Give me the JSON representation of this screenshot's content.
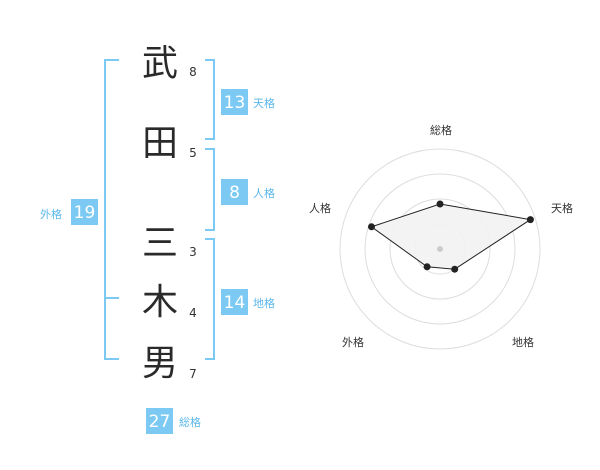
{
  "name": {
    "characters": [
      {
        "char": "武",
        "strokes": "8"
      },
      {
        "char": "田",
        "strokes": "5"
      },
      {
        "char": "三",
        "strokes": "3"
      },
      {
        "char": "木",
        "strokes": "4"
      },
      {
        "char": "男",
        "strokes": "7"
      }
    ]
  },
  "fortunes": {
    "tenkaku": {
      "value": "13",
      "label": "天格"
    },
    "jinkaku": {
      "value": "8",
      "label": "人格"
    },
    "chikaku": {
      "value": "14",
      "label": "地格"
    },
    "gaikaku": {
      "value": "19",
      "label": "外格"
    },
    "soukaku": {
      "value": "27",
      "label": "総格"
    }
  },
  "colors": {
    "accent": "#7ccaf3",
    "bracket": "#7ccaf3",
    "label_text": "#5bb7ea",
    "radar_fill": "#f2f2f2",
    "radar_line": "#222222",
    "grid": "#dddddd"
  },
  "chart_data": {
    "type": "radar",
    "axes": [
      "総格",
      "天格",
      "地格",
      "外格",
      "人格"
    ],
    "values": [
      0.45,
      0.95,
      0.25,
      0.22,
      0.72
    ],
    "rlim": [
      0,
      1
    ],
    "rings": 4,
    "grid": true
  }
}
